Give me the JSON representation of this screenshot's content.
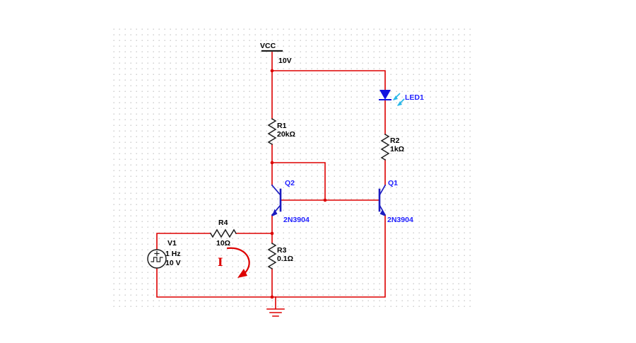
{
  "schematic": {
    "power": {
      "net": "VCC",
      "value": "10V"
    },
    "components": {
      "r1": {
        "ref": "R1",
        "value": "20kΩ"
      },
      "r2": {
        "ref": "R2",
        "value": "1kΩ"
      },
      "r3": {
        "ref": "R3",
        "value": "0.1Ω"
      },
      "r4": {
        "ref": "R4",
        "value": "10Ω"
      },
      "q1": {
        "ref": "Q1",
        "part": "2N3904"
      },
      "q2": {
        "ref": "Q2",
        "part": "2N3904"
      },
      "led1": {
        "ref": "LED1"
      },
      "v1": {
        "ref": "V1",
        "frequency": "1 Hz",
        "amplitude": "10 V"
      }
    },
    "annotations": {
      "current_label": "I"
    }
  },
  "colors": {
    "background": "#ffffff",
    "grid-dot": "#c9c9c9",
    "wire": "#dd0000",
    "component": "#202020",
    "transistor": "#1c1cc0",
    "label": "#000000",
    "ref-blue": "#1f1fff",
    "led-fill": "#1414e0",
    "led-arrow": "#2bb8e8"
  }
}
